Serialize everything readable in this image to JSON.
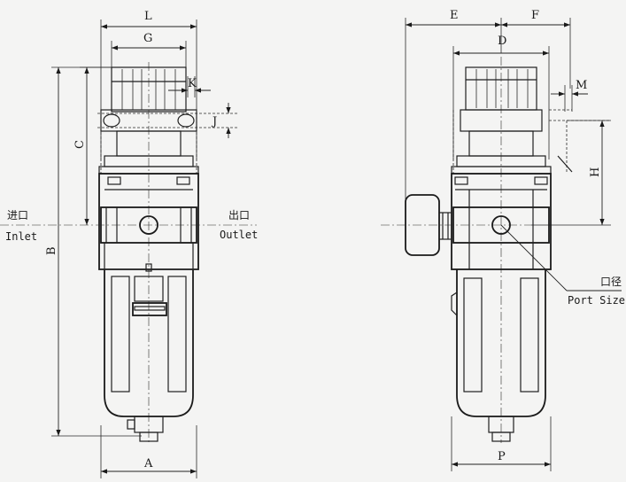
{
  "labels": {
    "L": "L",
    "G": "G",
    "K": "K",
    "J": "J",
    "C": "C",
    "B": "B",
    "A": "A",
    "E": "E",
    "F": "F",
    "D": "D",
    "M": "M",
    "H": "H",
    "P": "P"
  },
  "ports": {
    "inlet_cn": "进口",
    "inlet_en": "Inlet",
    "outlet_cn": "出口",
    "outlet_en": "Outlet",
    "port_cn": "口径",
    "port_en": "Port Size"
  }
}
